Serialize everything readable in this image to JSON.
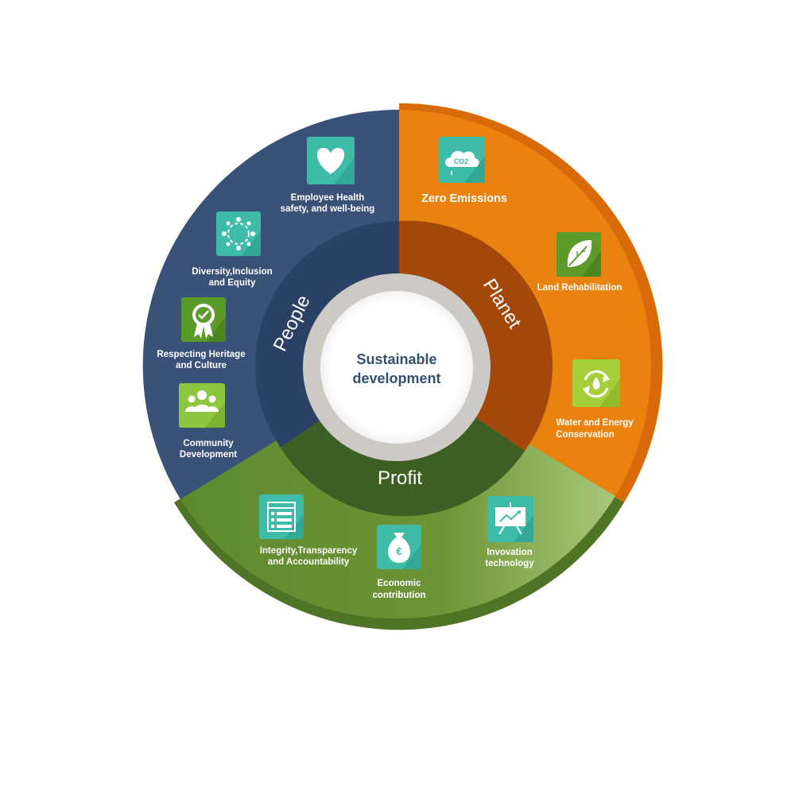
{
  "center": {
    "line1": "Sustainable",
    "line2": "development"
  },
  "sectors": {
    "people": "People",
    "planet": "Planet",
    "profit": "Profit"
  },
  "items": {
    "employee_health": {
      "line1": "Employee Health",
      "line2": "safety, and well-being",
      "icon": "heart-icon"
    },
    "diversity": {
      "line1": "Diversity,Inclusion",
      "line2": "and Equity",
      "icon": "people-circle-icon"
    },
    "heritage": {
      "line1": "Respecting Heritage",
      "line2": "and Culture",
      "icon": "award-ribbon-icon"
    },
    "community": {
      "line1": "Community",
      "line2": "Development",
      "icon": "group-icon"
    },
    "zero_emissions": {
      "line1": "Zero Emissions",
      "icon": "co2-cloud-icon",
      "icon_text": "CO2"
    },
    "land": {
      "line1": "Land Rehabilitation",
      "icon": "leaf-icon"
    },
    "water_energy": {
      "line1": "Water and Energy",
      "line2": "Conservation",
      "icon": "recycle-drop-icon"
    },
    "integrity": {
      "line1": "Integrity,Transparency",
      "line2": "and Accountability",
      "icon": "document-list-icon"
    },
    "economic": {
      "line1": "Economic",
      "line2": "contribution",
      "icon": "money-bag-icon",
      "icon_text": "€"
    },
    "innovation": {
      "line1": "Invovation",
      "line2": "technology",
      "icon": "presentation-chart-icon"
    }
  },
  "colors": {
    "people": "#3a5178",
    "people_inner": "#2b4266",
    "planet": "#e9820f",
    "planet_inner": "#a4470a",
    "profit": "#6d9436",
    "profit_inner": "#3d5f24",
    "center_ring": "#cdcac6",
    "teal_icon": "#3ebca8",
    "green_icon": "#7ab637"
  }
}
